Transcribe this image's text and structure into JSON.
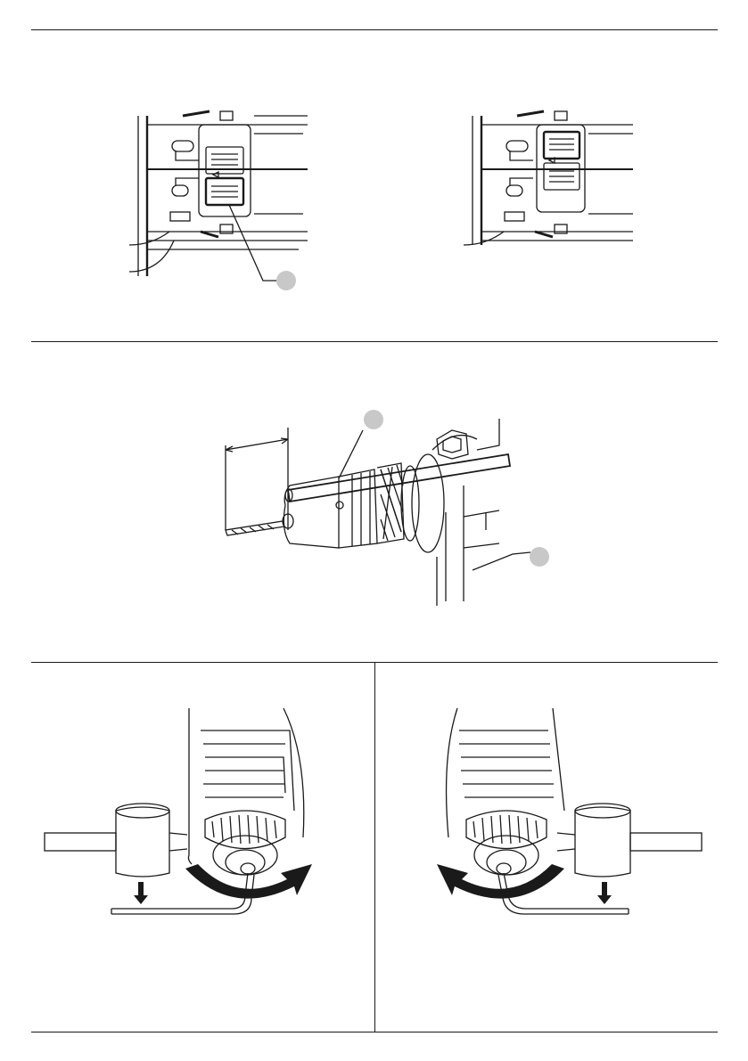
{
  "page": {
    "sections": [
      "switch-figures",
      "chuck-depth-figure",
      "chuck-key-figures"
    ]
  },
  "colors": {
    "line": "#1a1a1a",
    "callout_fill": "#c8c8c8",
    "background": "#ffffff"
  },
  "icons": {
    "callouts": [
      "callout-marker",
      "callout-marker",
      "callout-marker"
    ],
    "arrows": [
      "arrow-down-icon",
      "rotate-clockwise-icon",
      "rotate-counterclockwise-icon"
    ]
  }
}
